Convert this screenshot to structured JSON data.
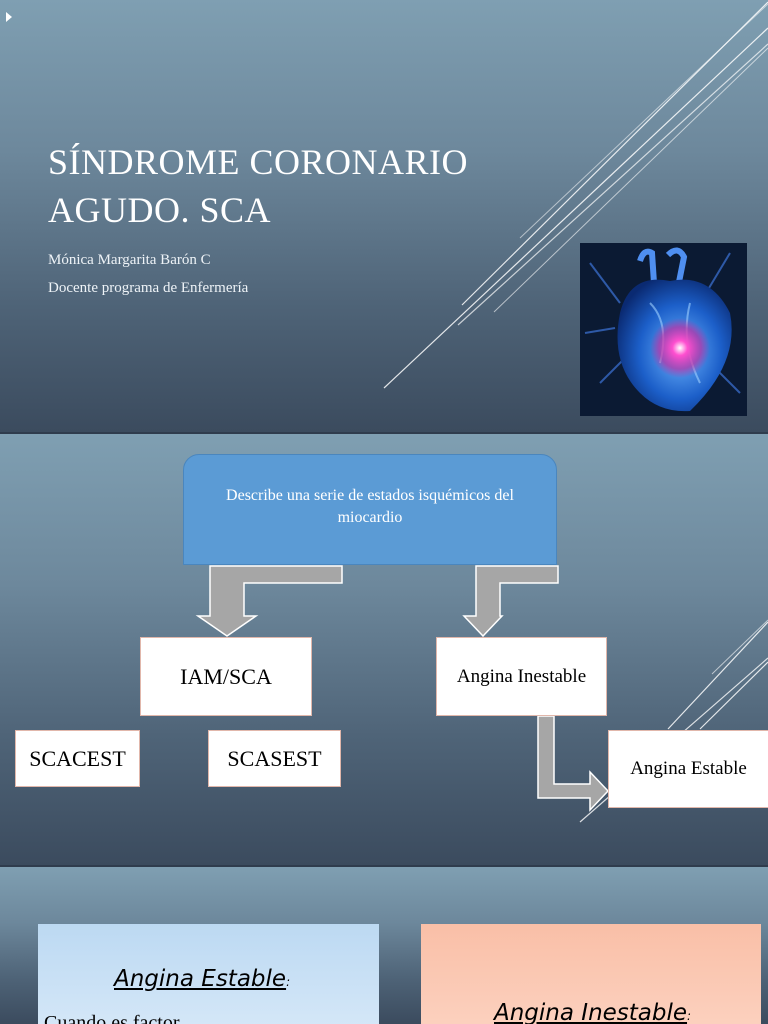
{
  "slide1": {
    "title_line1": "SÍNDROME CORONARIO",
    "title_line2": "AGUDO. SCA",
    "author": "Mónica Margarita Barón C",
    "role": "Docente programa de Enfermería"
  },
  "slide2": {
    "definition": "Describe una serie de estados isquémicos del miocardio",
    "iam_sca": "IAM/SCA",
    "angina_inestable": "Angina Inestable",
    "scacest": "SCACEST",
    "scasest": "SCASEST",
    "angina_estable": "Angina Estable"
  },
  "slide3": {
    "left_heading": "Angina Estable",
    "left_colon": ":",
    "left_body": "Cuando es factor",
    "right_heading": "Angina Inestable",
    "right_colon": ":"
  },
  "colors": {
    "slide_gradient_top": "#7f9fb2",
    "slide_gradient_bottom": "#3b4b5e",
    "definition_box": "#5b9bd5",
    "arrow_fill": "#a6a6a6",
    "card_blue": "#cfe3f6",
    "card_peach": "#fbc8b3"
  },
  "icons": [
    "bullet-arrow-icon",
    "heart-image",
    "down-arrow-icon",
    "right-arrow-icon"
  ]
}
